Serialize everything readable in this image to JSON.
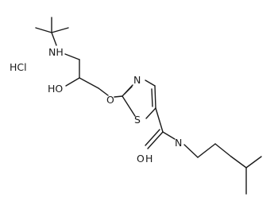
{
  "molecule": {
    "labels": {
      "hcl": "HCl",
      "nh": "NH",
      "ho": "HO",
      "o_ether": "O",
      "n_ring": "N",
      "s_ring": "S",
      "n_amide": "N",
      "h_amide": "H",
      "o_carbonyl": "O"
    }
  }
}
